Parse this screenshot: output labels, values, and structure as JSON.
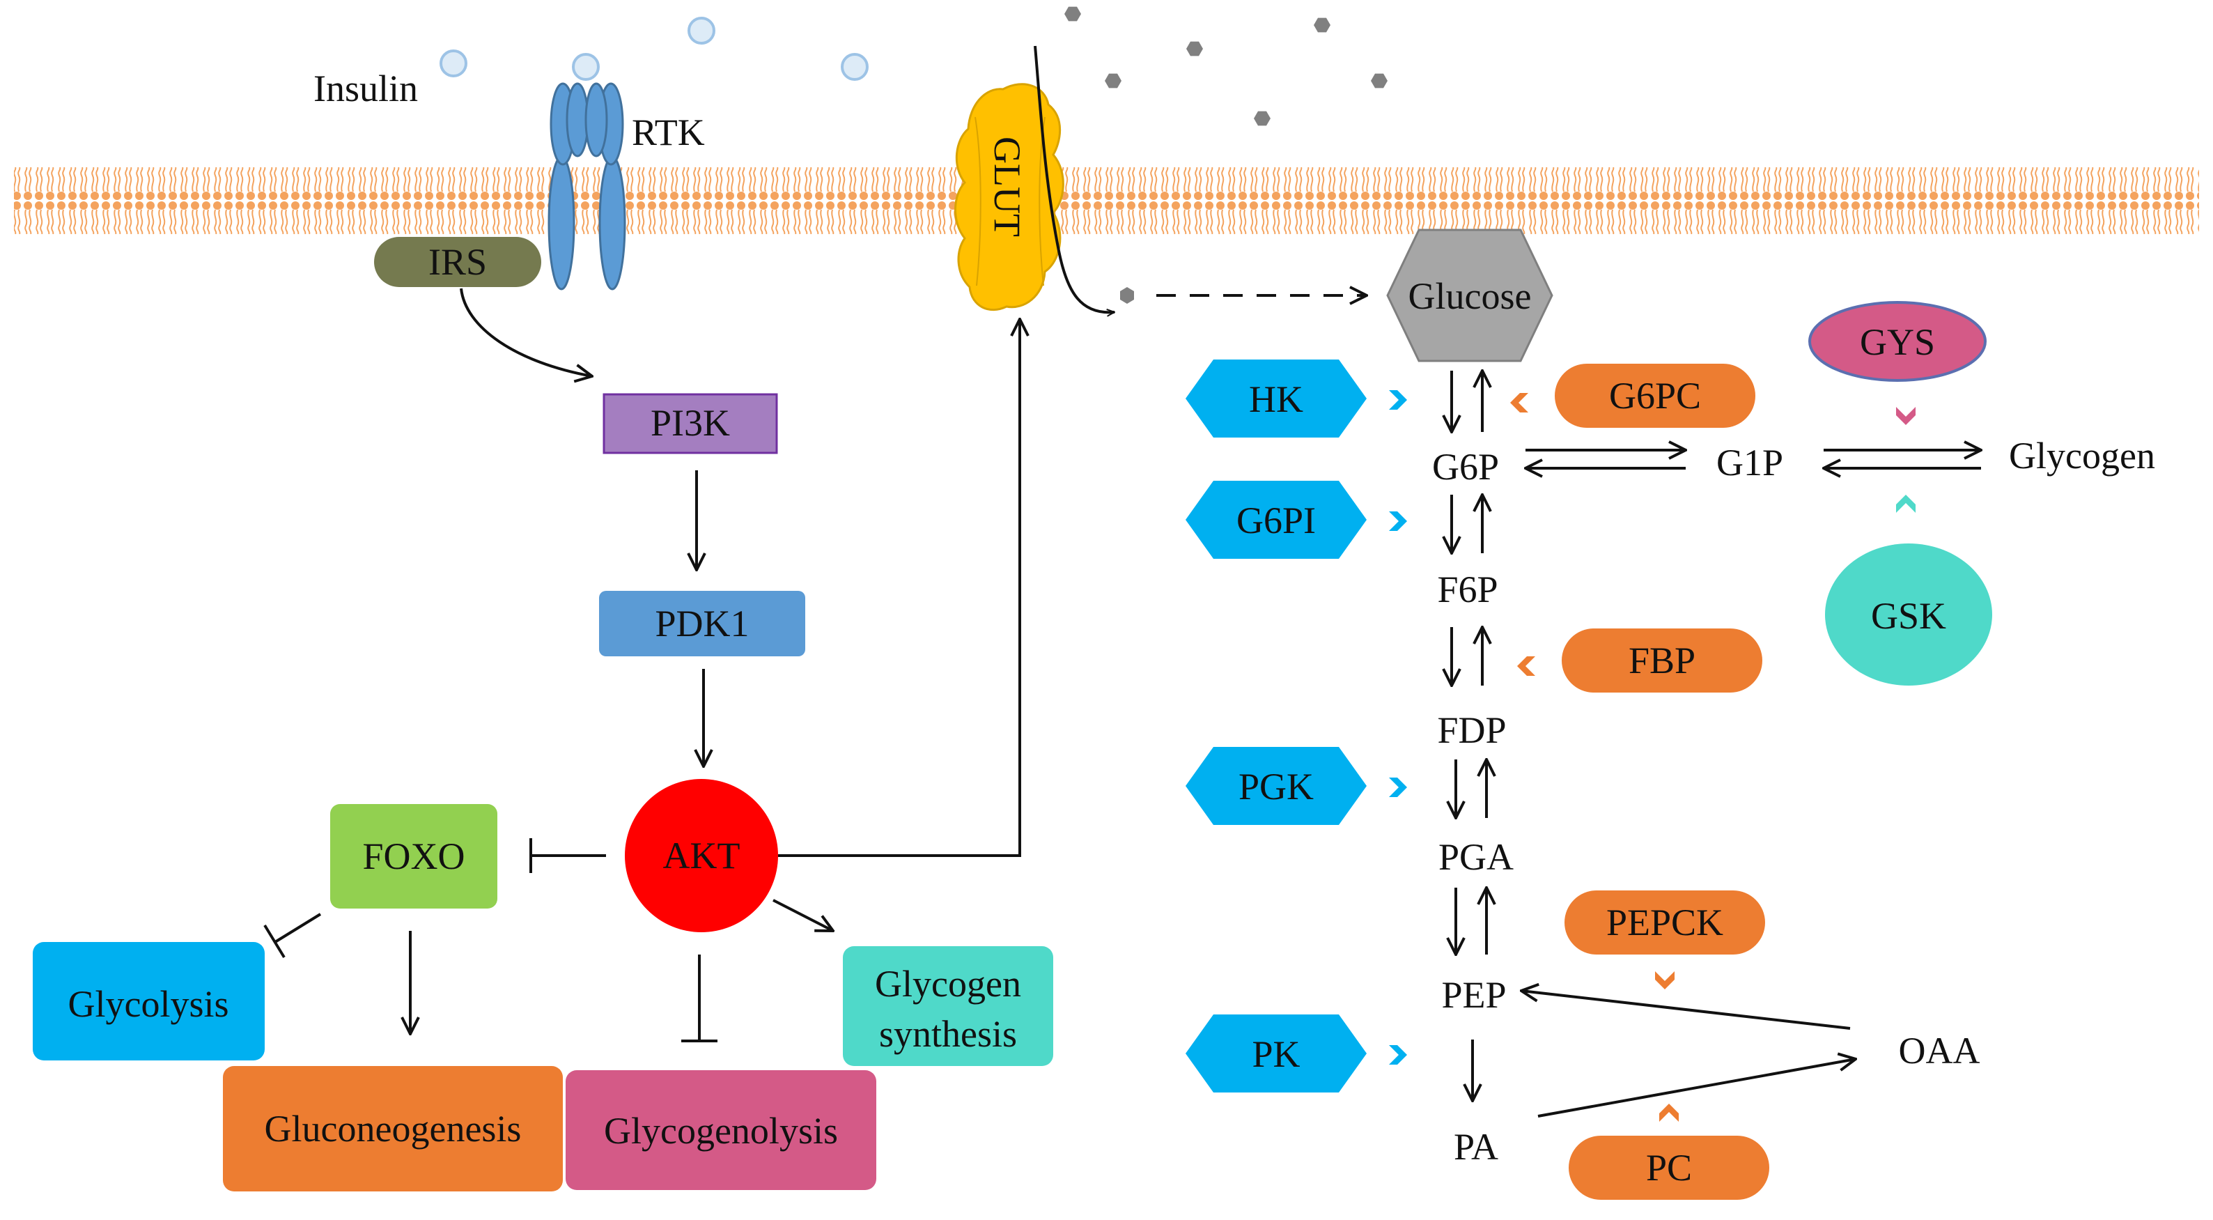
{
  "labels": {
    "insulin": "Insulin",
    "rtk": "RTK",
    "irs": "IRS",
    "glut": "GLUT",
    "glucose": "Glucose"
  },
  "signaling": {
    "pi3k": "PI3K",
    "pdk1": "PDK1",
    "akt": "AKT",
    "foxo": "FOXO"
  },
  "outcomes": {
    "glycolysis": "Glycolysis",
    "gluconeogenesis": "Gluconeogenesis",
    "glycogenolysis": "Glycogenolysis",
    "glycogen_synthesis_line1": "Glycogen",
    "glycogen_synthesis_line2": "synthesis"
  },
  "metabolites": {
    "g6p": "G6P",
    "g1p": "G1P",
    "glycogen": "Glycogen",
    "f6p": "F6P",
    "fdp": "FDP",
    "pga": "PGA",
    "pep": "PEP",
    "pa": "PA",
    "oaa": "OAA"
  },
  "enzymes": {
    "hk": "HK",
    "g6pi": "G6PI",
    "pgk": "PGK",
    "pk": "PK",
    "g6pc": "G6PC",
    "fbp": "FBP",
    "pepck": "PEPCK",
    "pc": "PC",
    "gys": "GYS",
    "gsk": "GSK"
  },
  "colors": {
    "membrane": "#F4A35E",
    "receptor": "#5B9BD5",
    "irs": "#757A4F",
    "pi3k": "#A47EC0",
    "pdk1": "#5B9BD5",
    "akt": "#FF0000",
    "foxo": "#92D050",
    "glycolysis": "#00B0F0",
    "gluconeogenesis": "#ED7D31",
    "glycogenolysis": "#D45A87",
    "glycogen_synthesis": "#4FD9C9",
    "glut": "#FFC000",
    "glucose": "#A6A6A6",
    "enzyme_blue": "#00B0F0",
    "enzyme_orange": "#ED7D31",
    "gys": "#D45A87",
    "gsk": "#4FD9C9"
  }
}
